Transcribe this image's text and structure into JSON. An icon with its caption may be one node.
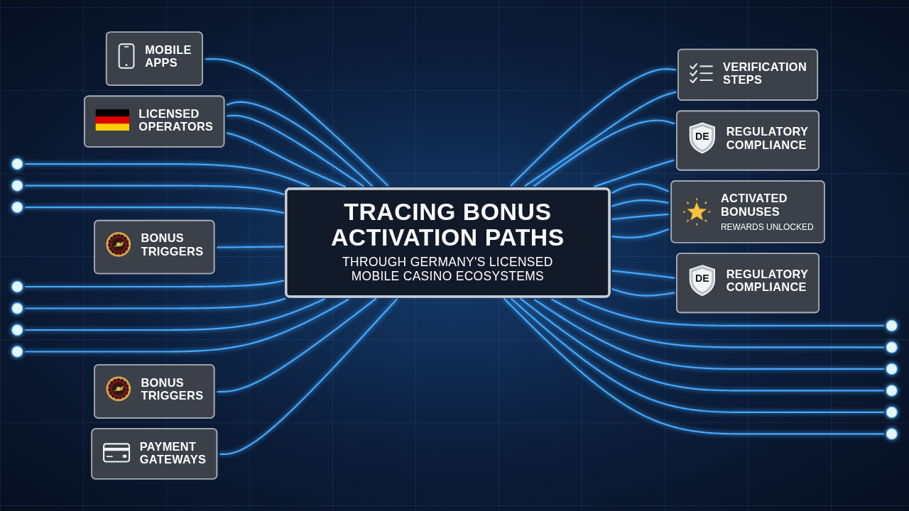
{
  "diagram": {
    "nodes": [
      {
        "text": [
          "MOBILE APPS"
        ]
      },
      {
        "text": [
          "VERIFICATION STEPS"
        ]
      },
      {
        "text": [
          "LICENSED OPERATORS"
        ]
      },
      {
        "text": [
          "DE",
          "REGULATORY COMPLIANCE"
        ]
      },
      {
        "text": [],
        "shape": "circle"
      },
      {
        "text": [],
        "shape": "circle"
      },
      {
        "text": [],
        "shape": "circle"
      },
      {
        "text": [],
        "shape": "circle"
      },
      {
        "text": [],
        "shape": "circle"
      },
      {
        "text": [],
        "shape": "circle"
      },
      {
        "text": [
          "BONUS TRIGGERS"
        ]
      },
      {
        "text": [
          "TRACING BONUS ACTIVATION PATHS",
          "THROUGH GERMANY'S LICENSED MOBILE CASINO ECOSYSTEMS"
        ]
      },
      {
        "text": [
          "ACTIVATED BONUSES",
          "REWARDS UNLOCKED"
        ]
      },
      {
        "text": [],
        "shape": "circle"
      },
      {
        "text": [],
        "shape": "circle"
      },
      {
        "text": [],
        "shape": "circle"
      },
      {
        "text": [],
        "shape": "circle"
      },
      {
        "text": [],
        "shape": "circle"
      },
      {
        "text": [],
        "shape": "circle"
      },
      {
        "text": [
          "BONUS TRIGGERS"
        ]
      },
      {
        "text": [],
        "shape": "circle"
      },
      {
        "text": [
          "PAYMENT GATEWAYS"
        ]
      },
      {
        "text": [
          "DE",
          "REGULATORY COMPLIANCE"
        ]
      }
    ],
    "edges": [
      {
        "from": 0,
        "to": 11,
        "arrow": "none"
      },
      {
        "from": 2,
        "to": 11,
        "arrow": "none"
      },
      {
        "from": 2,
        "to": 11,
        "arrow": "none"
      },
      {
        "from": 2,
        "to": 11,
        "arrow": "none"
      },
      {
        "from": 4,
        "to": 11,
        "arrow": "none"
      },
      {
        "from": 5,
        "to": 11,
        "arrow": "none"
      },
      {
        "from": 6,
        "to": 11,
        "arrow": "none"
      },
      {
        "from": 10,
        "to": 11,
        "arrow": "none"
      },
      {
        "from": 13,
        "to": 11,
        "arrow": "none"
      },
      {
        "from": 14,
        "to": 11,
        "arrow": "none"
      },
      {
        "from": 15,
        "to": 11,
        "arrow": "none"
      },
      {
        "from": 16,
        "to": 11,
        "arrow": "none"
      },
      {
        "from": 19,
        "to": 11,
        "arrow": "none"
      },
      {
        "from": 21,
        "to": 11,
        "arrow": "none"
      },
      {
        "from": 11,
        "to": 1,
        "arrow": "none"
      },
      {
        "from": 11,
        "to": 1,
        "arrow": "none"
      },
      {
        "from": 11,
        "to": 3,
        "arrow": "none"
      },
      {
        "from": 11,
        "to": 3,
        "arrow": "none"
      },
      {
        "from": 11,
        "to": 7,
        "arrow": "none"
      },
      {
        "from": 11,
        "to": 8,
        "arrow": "none"
      },
      {
        "from": 11,
        "to": 9,
        "arrow": "none"
      },
      {
        "from": 11,
        "to": 12,
        "arrow": "none"
      },
      {
        "from": 11,
        "to": 12,
        "arrow": "none"
      },
      {
        "from": 11,
        "to": 12,
        "arrow": "none"
      },
      {
        "from": 11,
        "to": 12,
        "arrow": "none"
      },
      {
        "from": 11,
        "to": 17,
        "arrow": "none"
      },
      {
        "from": 11,
        "to": 18,
        "arrow": "none"
      },
      {
        "from": 11,
        "to": 20,
        "arrow": "none"
      },
      {
        "from": 11,
        "to": 22,
        "arrow": "none"
      },
      {
        "from": 11,
        "to": 22,
        "arrow": "none"
      }
    ]
  }
}
